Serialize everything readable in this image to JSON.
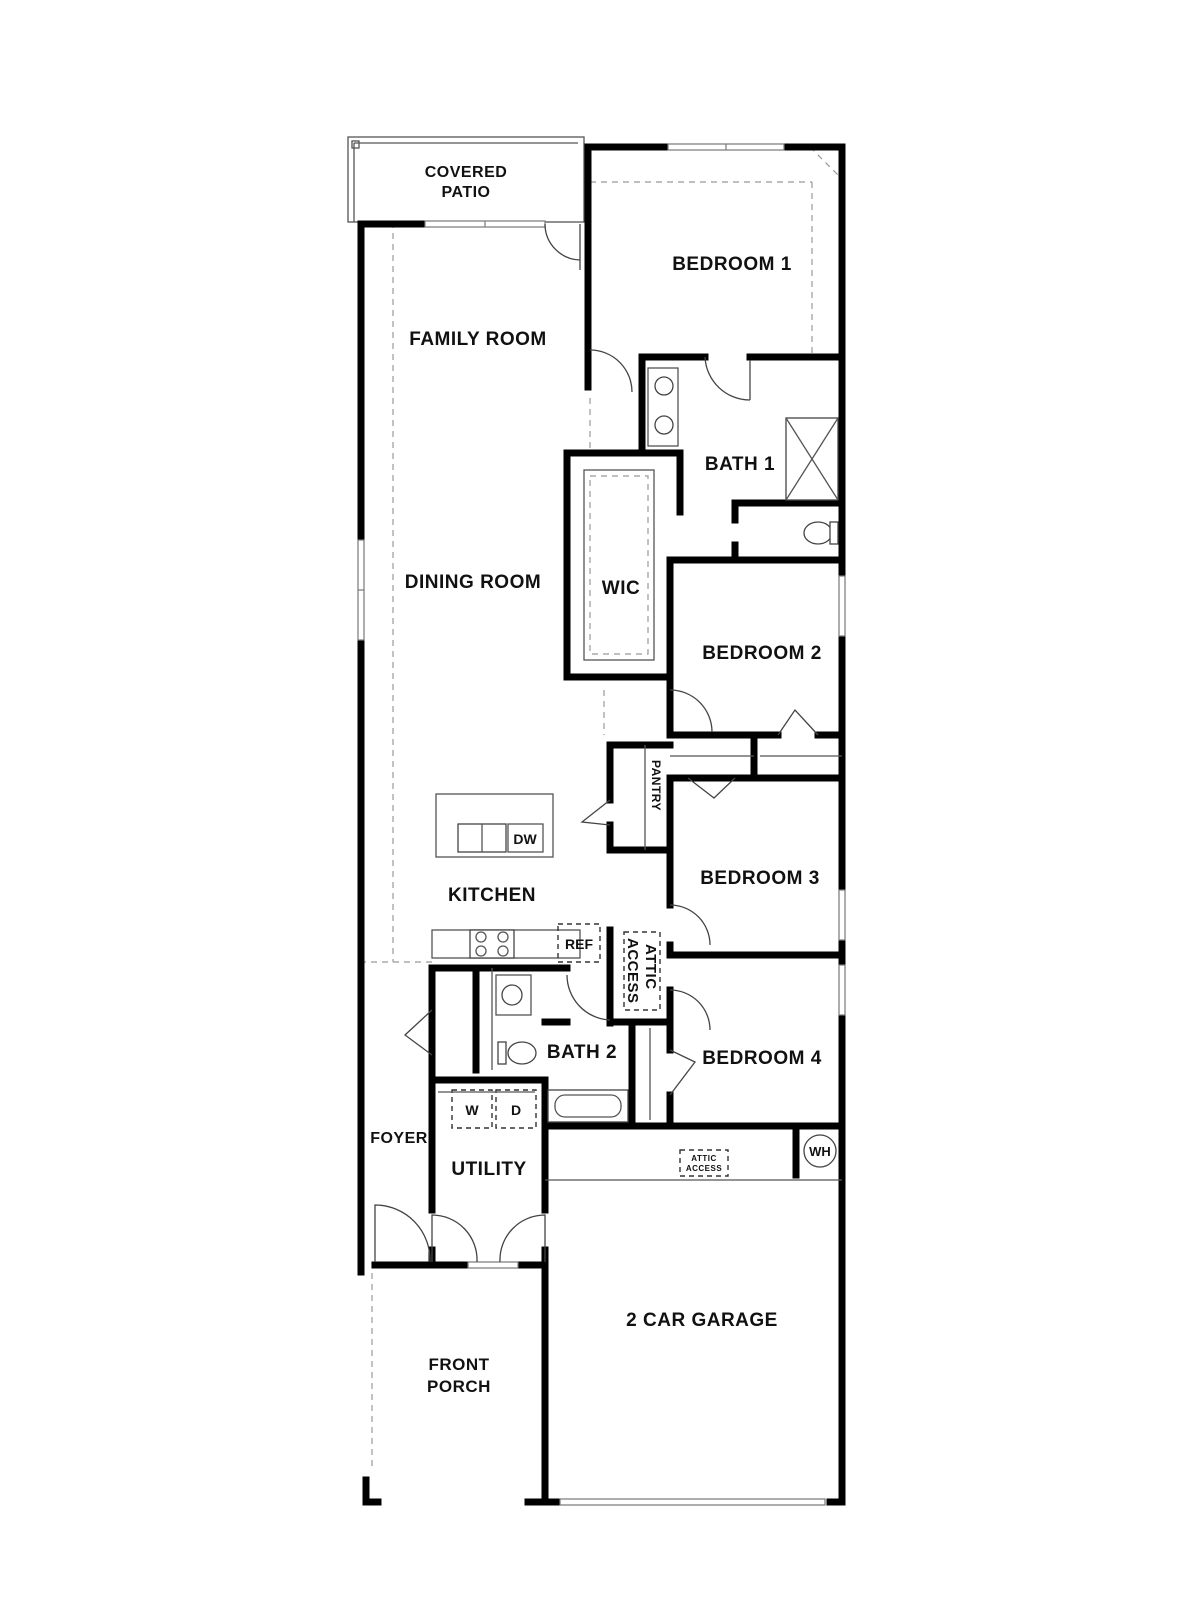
{
  "rooms": {
    "covered_patio": [
      "COVERED",
      "PATIO"
    ],
    "family_room": "FAMILY ROOM",
    "bedroom_1": "BEDROOM 1",
    "bath_1": "BATH 1",
    "dining_room": "DINING ROOM",
    "wic": "WIC",
    "bedroom_2": "BEDROOM 2",
    "pantry": "PANTRY",
    "bedroom_3": "BEDROOM 3",
    "kitchen": "KITCHEN",
    "attic_access_kitchen": [
      "ATTIC",
      "ACCESS"
    ],
    "bath_2": "BATH 2",
    "bedroom_4": "BEDROOM 4",
    "foyer": "FOYER",
    "utility": "UTILITY",
    "attic_access_garage": [
      "ATTIC",
      "ACCESS"
    ],
    "garage": "2 CAR GARAGE",
    "front_porch": [
      "FRONT",
      "PORCH"
    ]
  },
  "fixtures": {
    "dishwasher": "DW",
    "refrigerator": "REF",
    "washer": "W",
    "dryer": "D",
    "water_heater": "WH"
  }
}
